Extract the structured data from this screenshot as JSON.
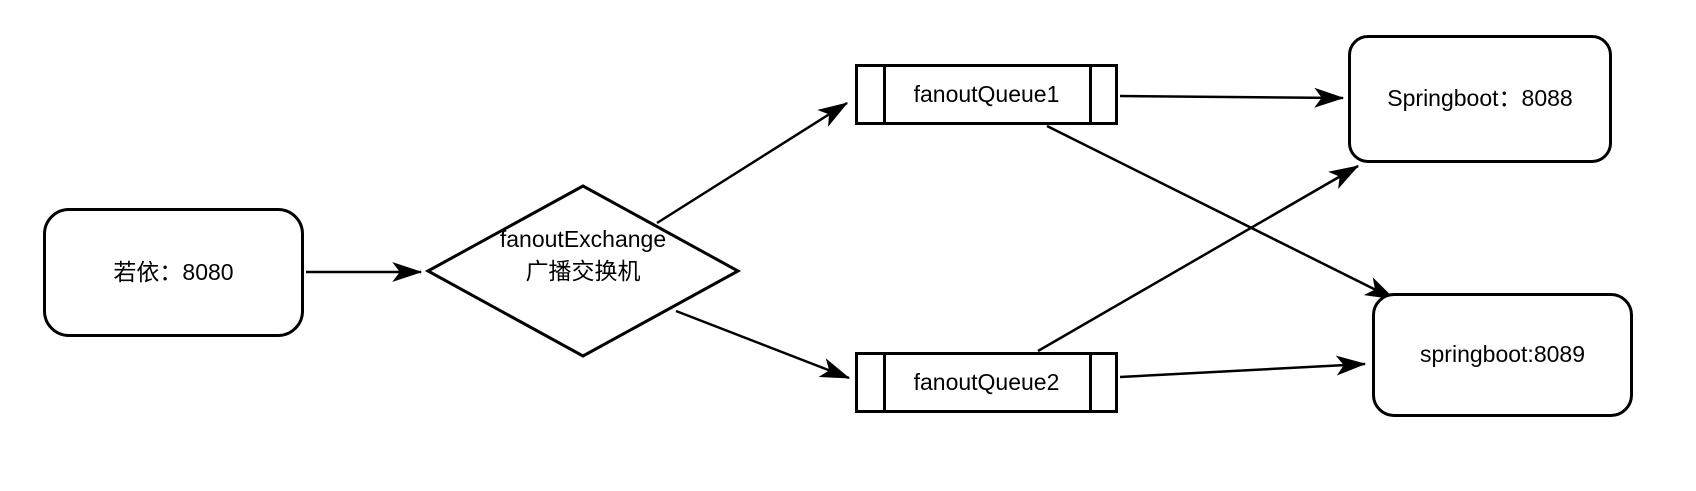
{
  "diagram": {
    "type": "flow-diagram",
    "background": "#ffffff",
    "stroke_color": "#000000",
    "text_color": "#000000",
    "nodes": {
      "ruoyi": {
        "label": "若依：8080",
        "shape": "rounded-rect"
      },
      "exchange": {
        "label_line1": "fanoutExchange",
        "label_line2": "广播交换机",
        "shape": "diamond"
      },
      "queue1": {
        "label": "fanoutQueue1",
        "shape": "queue"
      },
      "queue2": {
        "label": "fanoutQueue2",
        "shape": "queue"
      },
      "app8088": {
        "label": "Springboot：8088",
        "shape": "rounded-rect"
      },
      "app8089": {
        "label": "springboot:8089",
        "shape": "rounded-rect"
      }
    },
    "edges": [
      {
        "from": "ruoyi",
        "to": "exchange"
      },
      {
        "from": "exchange",
        "to": "queue1"
      },
      {
        "from": "exchange",
        "to": "queue2"
      },
      {
        "from": "queue1",
        "to": "app8088"
      },
      {
        "from": "queue1",
        "to": "app8089"
      },
      {
        "from": "queue2",
        "to": "app8088"
      },
      {
        "from": "queue2",
        "to": "app8089"
      }
    ]
  }
}
